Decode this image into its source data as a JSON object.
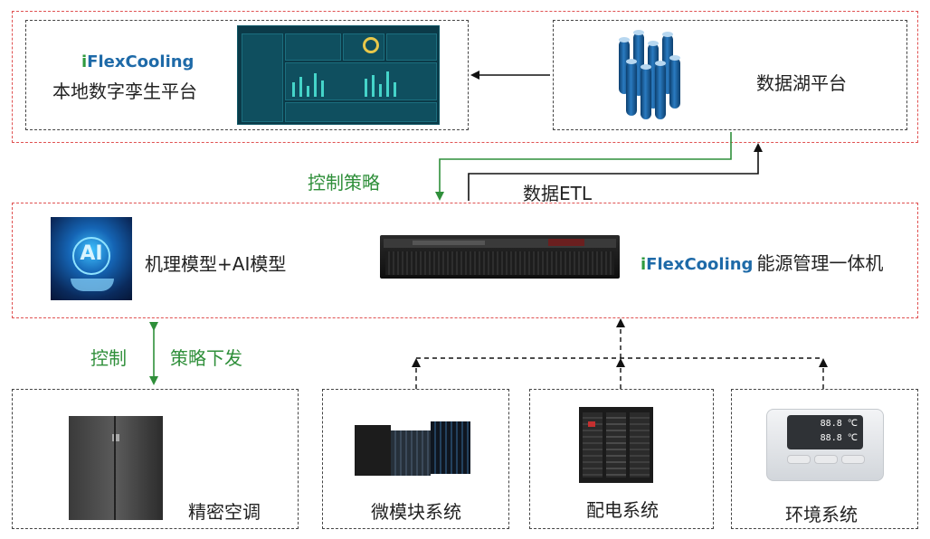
{
  "top_row": {
    "twin": {
      "brand_i": "i",
      "brand_rest": "FlexCooling",
      "title": "本地数字孪生平台"
    },
    "datalake": {
      "title": "数据湖平台"
    }
  },
  "arrows": {
    "control_strategy": "控制策略",
    "data_etl": "数据ETL",
    "control": "控制",
    "strategy_dispatch": "策略下发"
  },
  "middle_row": {
    "ai_model_label": "机理模型+AI模型",
    "ai_image_text": "AI",
    "appliance": {
      "brand_i": "i",
      "brand_rest": "FlexCooling",
      "title": "能源管理一体机"
    }
  },
  "bottom_row": {
    "precision_ac": "精密空调",
    "micro_module": "微模块系统",
    "power_distribution": "配电系统",
    "environment": "环境系统",
    "sensor_reading_1": "88.8 ℃",
    "sensor_reading_2": "88.8 ℃"
  },
  "colors": {
    "outer_border": "#e05252",
    "inner_border": "#444444",
    "green_arrow": "#2f8f3a",
    "brand_green": "#2f9a3f",
    "brand_blue": "#1e6aa8"
  }
}
